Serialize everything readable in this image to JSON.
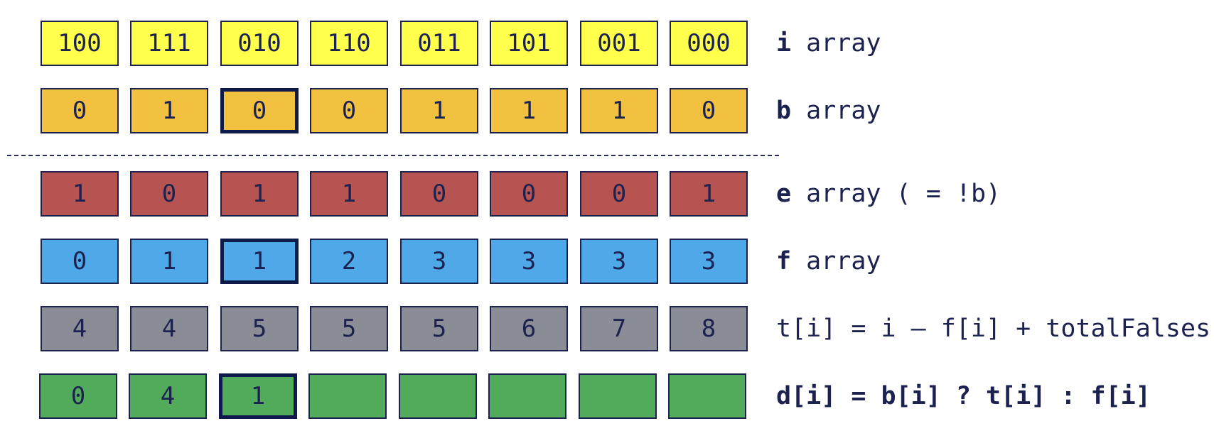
{
  "rows": {
    "i": {
      "values": [
        "100",
        "111",
        "010",
        "110",
        "011",
        "101",
        "001",
        "000"
      ],
      "color": "#ffff4c",
      "label_bold": "i",
      "label_rest": " array"
    },
    "b": {
      "values": [
        "0",
        "1",
        "0",
        "0",
        "1",
        "1",
        "1",
        "0"
      ],
      "color": "#f2c13f",
      "label_bold": "b",
      "label_rest": " array"
    },
    "e": {
      "values": [
        "1",
        "0",
        "1",
        "1",
        "0",
        "0",
        "0",
        "1"
      ],
      "color": "#b55450",
      "label_bold": "e",
      "label_rest": " array ( = !b)"
    },
    "f": {
      "values": [
        "0",
        "1",
        "1",
        "2",
        "3",
        "3",
        "3",
        "3"
      ],
      "color": "#4fa9e8",
      "label_bold": "f",
      "label_rest": " array"
    },
    "t": {
      "values": [
        "4",
        "4",
        "5",
        "5",
        "5",
        "6",
        "7",
        "8"
      ],
      "color": "#8a8d96",
      "label": "t[i] = i – f[i] + totalFalses"
    },
    "d": {
      "values": [
        "0",
        "4",
        "1",
        "",
        "",
        "",
        "",
        ""
      ],
      "color": "#52ab5a",
      "label": "d[i] = b[i] ? t[i] : f[i]"
    }
  },
  "highlighted_column": 2
}
